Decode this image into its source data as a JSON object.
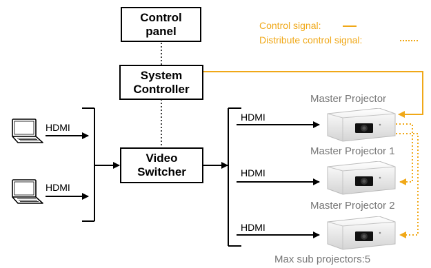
{
  "colors": {
    "signal": "#f0a818",
    "line": "#000000",
    "caption": "#777777"
  },
  "legend": {
    "control_signal": "Control signal:",
    "distribute_signal": "Distribute control signal:"
  },
  "boxes": {
    "control_panel": "Control\npanel",
    "system_controller": "System\nController",
    "video_switcher": "Video\nSwitcher"
  },
  "inputs": [
    {
      "icon": "laptop-icon",
      "label": "HDMI"
    },
    {
      "icon": "laptop-icon",
      "label": "HDMI"
    }
  ],
  "outputs": [
    {
      "icon": "projector-icon",
      "label": "HDMI",
      "caption": "Master Projector"
    },
    {
      "icon": "projector-icon",
      "label": "HDMI",
      "caption": "Master Projector 1"
    },
    {
      "icon": "projector-icon",
      "label": "HDMI",
      "caption": "Master Projector 2"
    }
  ],
  "footer": "Max sub projectors:5"
}
